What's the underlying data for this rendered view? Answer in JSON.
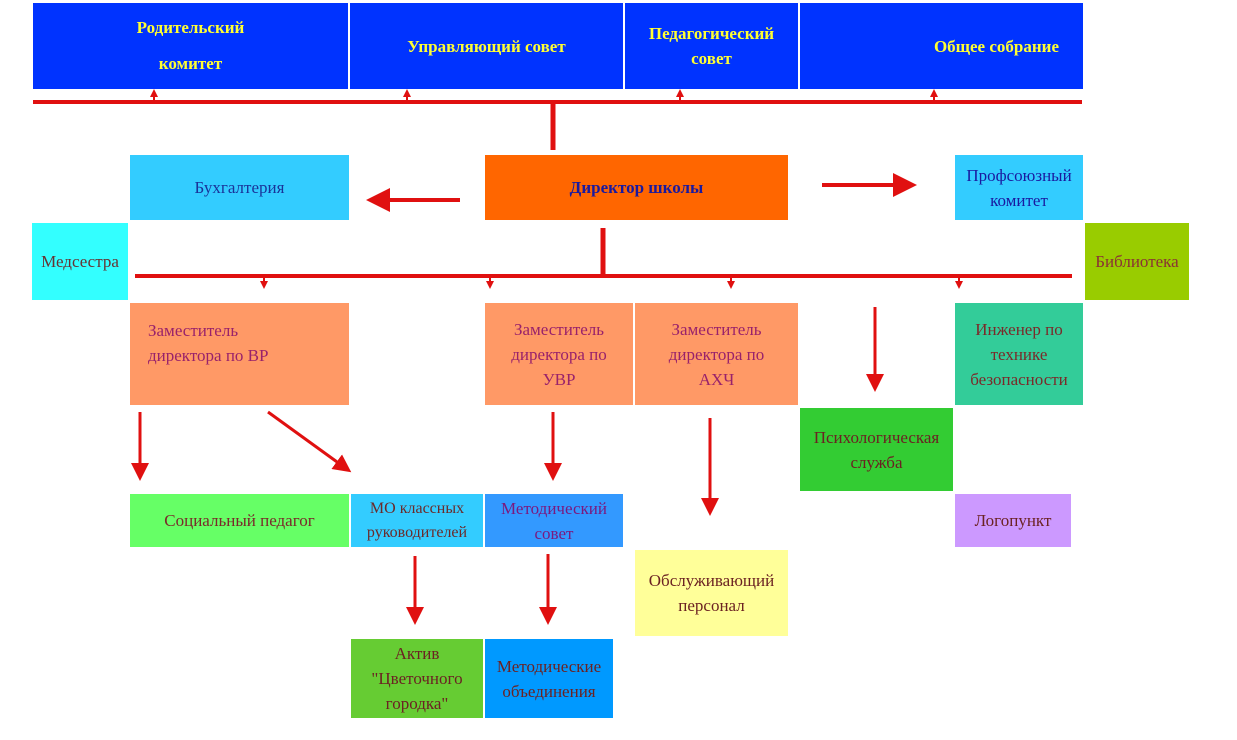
{
  "top_row": {
    "parent_committee": "Родительский\nкомитет",
    "governing_council": "Управляющий совет",
    "pedagogical_council": "Педагогический\nсовет",
    "general_meeting": "Общее собрание"
  },
  "accounting": "Бухгалтерия",
  "director": "Директор школы",
  "trade_union": "Профсоюзный\nкомитет",
  "nurse": "Медсестра",
  "library": "Библиотека",
  "deputy_vr": "Заместитель\nдиректора по  ВР",
  "deputy_uvr": "Заместитель\nдиректора по\nУВР",
  "deputy_ahch": "Заместитель\nдиректора по\nАХЧ",
  "safety_engineer": "Инженер по\nтехнике\nбезопасности",
  "psych_service": "Психологическая\nслужба",
  "social_pedagogue": "Социальный педагог",
  "mo_class_teachers": "МО классных\nруководителей",
  "methodical_council": "Методический\nсовет",
  "speech_therapy": "Логопункт",
  "service_staff": "Обслуживающий\nперсонал",
  "flower_town_activists": "Актив\n\"Цветочного\nгородка\"",
  "methodical_associations": "Методические\nобъединения",
  "colors": {
    "top_fill": "#0033ff",
    "top_text": "#ffff33",
    "connector": "#e01010",
    "director_fill": "#ff6600",
    "accounting_fill": "#33ccff",
    "nurse_fill": "#33ffff",
    "library_fill": "#99cc00",
    "deputy_fill": "#ff9966",
    "safety_fill": "#33cc99",
    "psych_fill": "#33cc33",
    "social_fill": "#66ff66",
    "mo_fill": "#33ccff",
    "methodical_council_fill": "#3399ff",
    "speech_fill": "#cc99ff",
    "service_fill": "#ffff99",
    "activists_fill": "#66cc33",
    "associations_fill": "#0099ff"
  }
}
